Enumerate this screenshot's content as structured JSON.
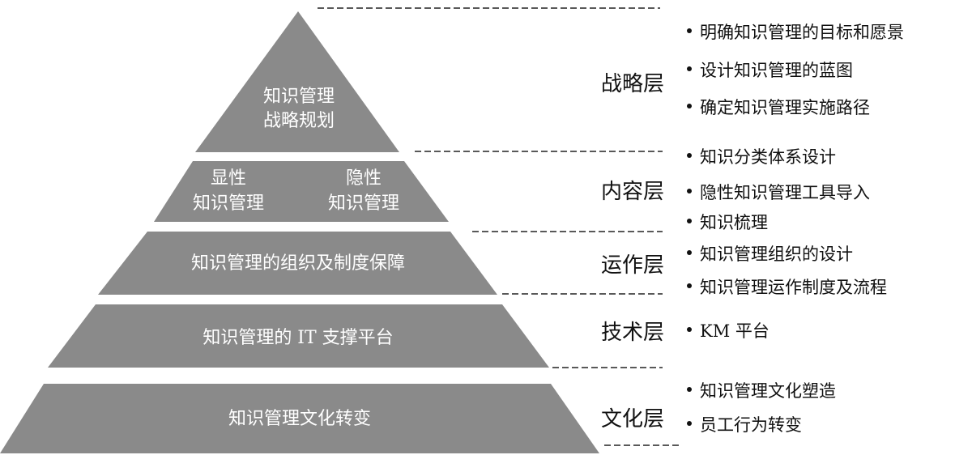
{
  "tiers": [
    {
      "id": "strategy",
      "lines": [
        "知识管理",
        "战略规划"
      ]
    },
    {
      "id": "content",
      "left_lines": [
        "显性",
        "知识管理"
      ],
      "right_lines": [
        "隐性",
        "知识管理"
      ]
    },
    {
      "id": "operation",
      "lines": [
        "知识管理的组织及制度保障"
      ]
    },
    {
      "id": "technology",
      "lines": [
        "知识管理的 IT 支撑平台"
      ]
    },
    {
      "id": "culture",
      "lines": [
        "知识管理文化转变"
      ]
    }
  ],
  "layers": [
    {
      "id": "strategy",
      "name": "战略层"
    },
    {
      "id": "content",
      "name": "内容层"
    },
    {
      "id": "operation",
      "name": "运作层"
    },
    {
      "id": "technology",
      "name": "技术层"
    },
    {
      "id": "culture",
      "name": "文化层"
    }
  ],
  "bullets": [
    "明确知识管理的目标和愿景",
    "设计知识管理的蓝图",
    "确定知识管理实施路径",
    "知识分类体系设计",
    "隐性知识管理工具导入",
    "知识梳理",
    "知识管理组织的设计",
    "知识管理运作制度及流程",
    "KM 平台",
    "知识管理文化塑造",
    "员工行为转变"
  ],
  "colors": {
    "tier_fill": "#8a8a8a",
    "tier_text": "#ffffff",
    "text": "#111111",
    "divider": "#222222"
  }
}
